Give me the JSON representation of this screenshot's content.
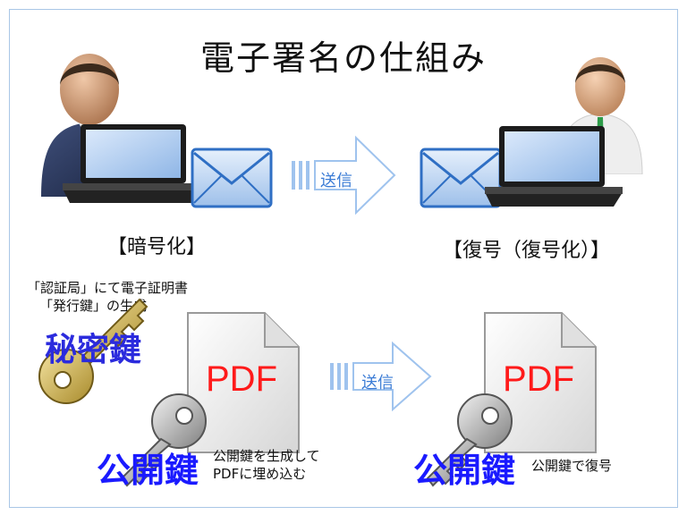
{
  "title": "電子署名の仕組み",
  "top": {
    "left_label": "【暗号化】",
    "right_label": "【復号（復号化）】",
    "arrow_label": "送信"
  },
  "bottom": {
    "note_line1": "「認証局」にて電子証明書",
    "note_line2": "「発行鍵」の生成",
    "secret_key_label": "秘密鍵",
    "public_key_label_left": "公開鍵",
    "public_key_label_right": "公開鍵",
    "left_caption_line1": "公開鍵を生成して",
    "left_caption_line2": "PDFに埋め込む",
    "right_caption": "公開鍵で復号",
    "pdf_label_left": "PDF",
    "pdf_label_right": "PDF",
    "arrow_label": "送信"
  }
}
